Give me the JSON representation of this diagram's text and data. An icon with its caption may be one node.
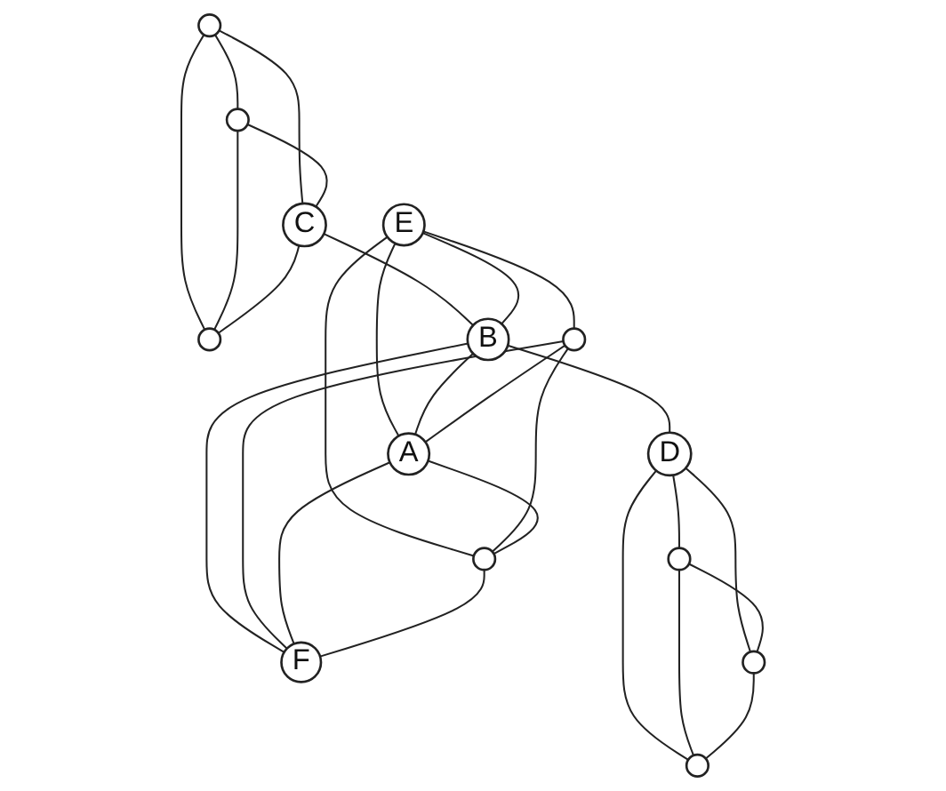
{
  "diagram": {
    "nodes": [
      {
        "text": [],
        "shape": "circle"
      },
      {
        "text": [],
        "shape": "circle"
      },
      {
        "text": [
          "C"
        ]
      },
      {
        "text": [],
        "shape": "circle"
      },
      {
        "text": [
          "E"
        ]
      },
      {
        "text": [
          "B"
        ]
      },
      {
        "text": [],
        "shape": "circle"
      },
      {
        "text": [
          "A"
        ]
      },
      {
        "text": [
          "D"
        ]
      },
      {
        "text": [],
        "shape": "circle"
      },
      {
        "text": [],
        "shape": "circle"
      },
      {
        "text": [
          "F"
        ]
      },
      {
        "text": [],
        "shape": "circle"
      },
      {
        "text": [],
        "shape": "circle"
      }
    ],
    "edges": [
      {
        "from": 0,
        "to": 1,
        "arrow": "none"
      },
      {
        "from": 0,
        "to": 2,
        "arrow": "none"
      },
      {
        "from": 0,
        "to": 3,
        "arrow": "none"
      },
      {
        "from": 1,
        "to": 2,
        "arrow": "none"
      },
      {
        "from": 1,
        "to": 3,
        "arrow": "none"
      },
      {
        "from": 2,
        "to": 3,
        "arrow": "none"
      },
      {
        "from": 2,
        "to": 5,
        "arrow": "none"
      },
      {
        "from": 4,
        "to": 5,
        "arrow": "none"
      },
      {
        "from": 4,
        "to": 7,
        "arrow": "none"
      },
      {
        "from": 4,
        "to": 6,
        "arrow": "none"
      },
      {
        "from": 4,
        "to": 10,
        "arrow": "none"
      },
      {
        "from": 5,
        "to": 7,
        "arrow": "none"
      },
      {
        "from": 5,
        "to": 11,
        "arrow": "none"
      },
      {
        "from": 5,
        "to": 8,
        "arrow": "none"
      },
      {
        "from": 6,
        "to": 7,
        "arrow": "none"
      },
      {
        "from": 6,
        "to": 11,
        "arrow": "none"
      },
      {
        "from": 6,
        "to": 10,
        "arrow": "none"
      },
      {
        "from": 7,
        "to": 10,
        "arrow": "none"
      },
      {
        "from": 7,
        "to": 11,
        "arrow": "none"
      },
      {
        "from": 10,
        "to": 11,
        "arrow": "none"
      },
      {
        "from": 8,
        "to": 9,
        "arrow": "none"
      },
      {
        "from": 8,
        "to": 12,
        "arrow": "none"
      },
      {
        "from": 8,
        "to": 13,
        "arrow": "none"
      },
      {
        "from": 9,
        "to": 12,
        "arrow": "none"
      },
      {
        "from": 9,
        "to": 13,
        "arrow": "none"
      },
      {
        "from": 12,
        "to": 13,
        "arrow": "none"
      }
    ]
  }
}
